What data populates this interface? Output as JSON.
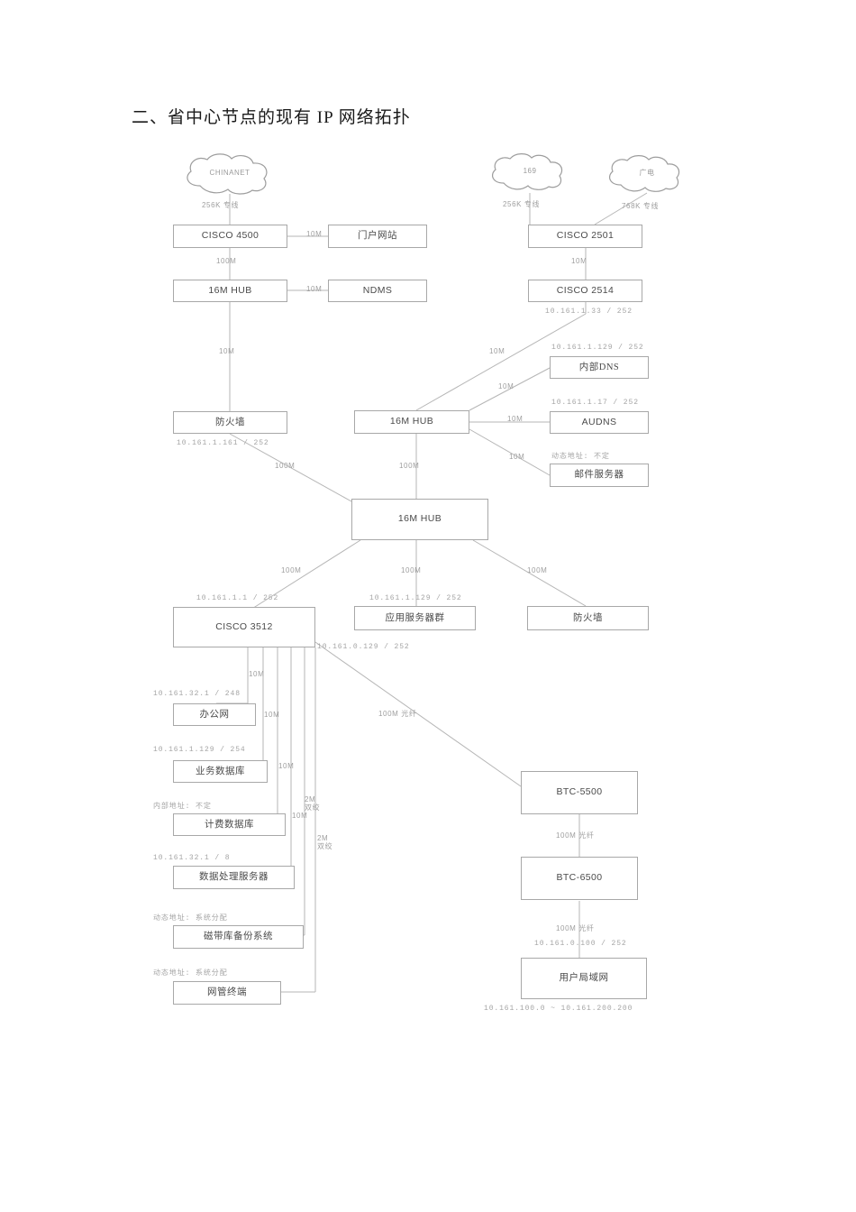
{
  "document": {
    "title": "二、省中心节点的现有 IP 网络拓扑"
  },
  "clouds": [
    {
      "id": "chinanet",
      "label": "CHINANET",
      "link_label": "256K 专线"
    },
    {
      "id": "net169",
      "label": "169",
      "link_label": "256K 专线"
    },
    {
      "id": "guangdian",
      "label": "广电",
      "link_label": "768K 专线"
    }
  ],
  "nodes": {
    "cisco4500": "CISCO 4500",
    "hub16_top": "16M HUB",
    "cisco2501": "CISCO 2501",
    "cisco2514": "CISCO 2514",
    "fw_left": "防火墙",
    "hub16_mid": "16M HUB",
    "hub16_core": "16M HUB",
    "cisco3512": "CISCO 3512",
    "web_server": "门户网站",
    "ndms": "NDMS",
    "dns_box": "内部DNS",
    "audns": "AUDNS",
    "mail_box": "邮件服务器",
    "app_center": "应用服务器群",
    "fw_right": "防火墙",
    "office": "办公网",
    "mis_db": "业务数据库",
    "bill_db": "计费数据库",
    "data_center": "数据处理服务器",
    "backup": "磁带库备份系统",
    "mgmt": "网管终端",
    "btc5500": "BTC-5500",
    "btc6500": "BTC-6500",
    "user_lan": "用户局域网"
  },
  "edge_labels": {
    "l_4500_hub": "100M",
    "l_4500_web": "10M",
    "l_hub_ndms": "10M",
    "l_2501_2514": "10M",
    "l_hub_to_fwleft": "10M",
    "l_2514_hubmid": "10M",
    "l_hubmid_dns": "10M",
    "l_hubmid_audns": "10M",
    "l_hubmid_mail": "10M",
    "l_fwleft_core": "100M",
    "l_hubmid_core": "100M",
    "l_core_3512": "100M",
    "l_core_app": "100M",
    "l_core_fwright": "100M",
    "l_3512_office": "10M",
    "l_3512_misdb": "10M",
    "l_3512_billdb": "10M",
    "l_3512_data": "10M",
    "l_3512_backup": "2M\n双绞",
    "l_3512_mgmt": "2M\n双绞",
    "l_3512_btc": "100M 光纤",
    "l_btc_btc": "100M 光纤",
    "l_btc_user": "100M 光纤"
  },
  "ip_labels": {
    "ip_2514_out": "10.161.1.33 / 252",
    "ip_dns": "10.161.1.129 / 252",
    "ip_audns": "10.161.1.17 / 252",
    "ip_mail": "动态地址: 不定",
    "ip_fwleft": "10.161.1.161 / 252",
    "ip_3512": "10.161.1.1 / 252",
    "ip_app": "10.161.1.129 / 252",
    "ip_3512_down": "10.161.0.129 / 252",
    "ip_office": "10.161.32.1 / 248",
    "ip_misdb": "10.161.1.129 / 254",
    "ip_billdb": "内部地址: 不定",
    "ip_data": "10.161.32.1 / 8",
    "ip_backup": "动态地址: 系统分配",
    "ip_mgmt": "动态地址: 系统分配",
    "ip_user": "10.161.0.100 / 252",
    "ip_user_range": "10.161.100.0 ~ 10.161.200.200"
  },
  "colors": {
    "box_border": "#a8a8a8",
    "line": "#b6b6b6",
    "text": "#4a4a4a",
    "label_text": "#9e9e9e",
    "title_text": "#1a1a1a"
  }
}
